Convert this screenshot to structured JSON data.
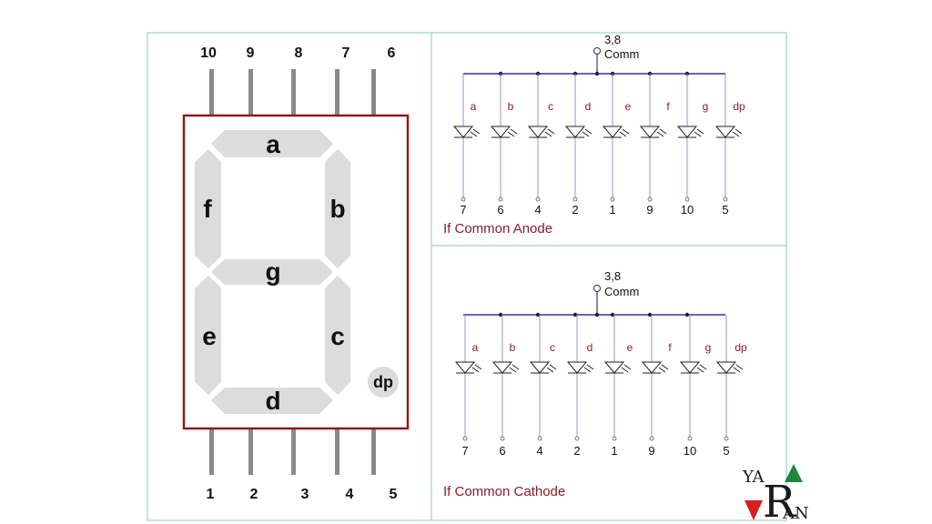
{
  "display": {
    "top_pins": [
      "10",
      "9",
      "8",
      "7",
      "6"
    ],
    "bottom_pins": [
      "1",
      "2",
      "3",
      "4",
      "5"
    ],
    "segments": {
      "a": "a",
      "b": "b",
      "c": "c",
      "d": "d",
      "e": "e",
      "f": "f",
      "g": "g",
      "dp": "dp"
    }
  },
  "anode": {
    "comm_pins": "3,8",
    "comm_label": "Comm",
    "led_labels": [
      "a",
      "b",
      "c",
      "d",
      "e",
      "f",
      "g",
      "dp"
    ],
    "pin_numbers": [
      "7",
      "6",
      "4",
      "2",
      "1",
      "9",
      "10",
      "5"
    ],
    "caption": "If Common Anode"
  },
  "cathode": {
    "comm_pins": "3,8",
    "comm_label": "Comm",
    "led_labels": [
      "a",
      "b",
      "c",
      "d",
      "e",
      "f",
      "g",
      "dp"
    ],
    "pin_numbers": [
      "7",
      "6",
      "4",
      "2",
      "1",
      "9",
      "10",
      "5"
    ],
    "caption": "If Common Cathode"
  },
  "logo": {
    "top_left": "YA",
    "big_letter": "R",
    "bottom_right": "AN"
  },
  "colors": {
    "panel_border": "#9fd3c7",
    "body_border": "#8b1a1a",
    "segment_fill": "#dcdcdc",
    "pin_fill": "#8a8a8a",
    "bus_line": "#3a2fa0",
    "lead_line": "#9a90d8",
    "label_red": "#8a1c2c",
    "logo_green": "#1a8a3a",
    "logo_red": "#d42020"
  }
}
